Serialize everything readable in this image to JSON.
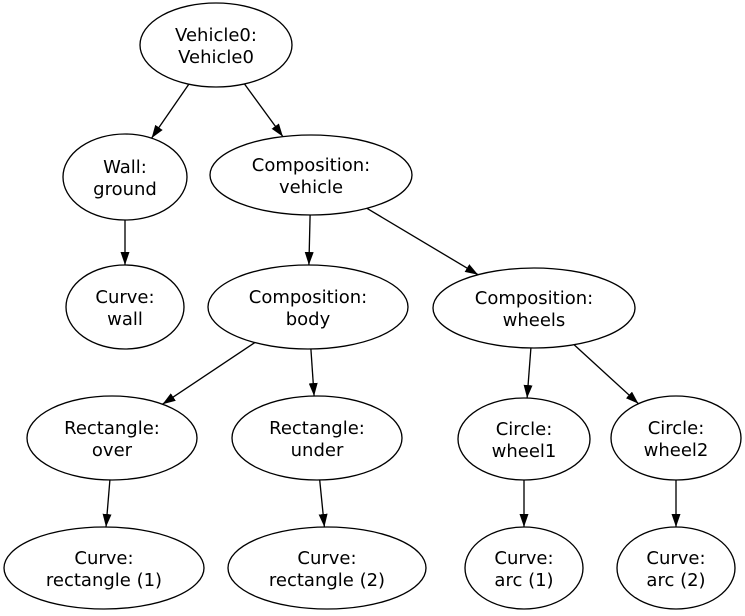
{
  "diagram": {
    "title": "Vehicle0 scene-graph tree",
    "type": "graph",
    "background_color": "#ffffff",
    "node_fill_color": "#ffffff",
    "node_stroke_color": "#000000",
    "edge_color": "#000000",
    "text_color": "#000000"
  },
  "nodes": [
    {
      "id": "vehicle0",
      "line1": "Vehicle0:",
      "line2": "Vehicle0"
    },
    {
      "id": "wall-ground",
      "line1": "Wall:",
      "line2": "ground"
    },
    {
      "id": "composition-vehicle",
      "line1": "Composition:",
      "line2": "vehicle"
    },
    {
      "id": "curve-wall",
      "line1": "Curve:",
      "line2": "wall"
    },
    {
      "id": "composition-body",
      "line1": "Composition:",
      "line2": "body"
    },
    {
      "id": "composition-wheels",
      "line1": "Composition:",
      "line2": "wheels"
    },
    {
      "id": "rectangle-over",
      "line1": "Rectangle:",
      "line2": "over"
    },
    {
      "id": "rectangle-under",
      "line1": "Rectangle:",
      "line2": "under"
    },
    {
      "id": "circle-wheel1",
      "line1": "Circle:",
      "line2": "wheel1"
    },
    {
      "id": "circle-wheel2",
      "line1": "Circle:",
      "line2": "wheel2"
    },
    {
      "id": "curve-rectangle-1",
      "line1": "Curve:",
      "line2": "rectangle (1)"
    },
    {
      "id": "curve-rectangle-2",
      "line1": "Curve:",
      "line2": "rectangle (2)"
    },
    {
      "id": "curve-arc-1",
      "line1": "Curve:",
      "line2": "arc (1)"
    },
    {
      "id": "curve-arc-2",
      "line1": "Curve:",
      "line2": "arc (2)"
    }
  ],
  "edges": [
    {
      "from": "vehicle0",
      "to": "wall-ground"
    },
    {
      "from": "vehicle0",
      "to": "composition-vehicle"
    },
    {
      "from": "wall-ground",
      "to": "curve-wall"
    },
    {
      "from": "composition-vehicle",
      "to": "composition-body"
    },
    {
      "from": "composition-vehicle",
      "to": "composition-wheels"
    },
    {
      "from": "composition-body",
      "to": "rectangle-over"
    },
    {
      "from": "composition-body",
      "to": "rectangle-under"
    },
    {
      "from": "composition-wheels",
      "to": "circle-wheel1"
    },
    {
      "from": "composition-wheels",
      "to": "circle-wheel2"
    },
    {
      "from": "rectangle-over",
      "to": "curve-rectangle-1"
    },
    {
      "from": "rectangle-under",
      "to": "curve-rectangle-2"
    },
    {
      "from": "circle-wheel1",
      "to": "curve-arc-1"
    },
    {
      "from": "circle-wheel2",
      "to": "curve-arc-2"
    }
  ]
}
